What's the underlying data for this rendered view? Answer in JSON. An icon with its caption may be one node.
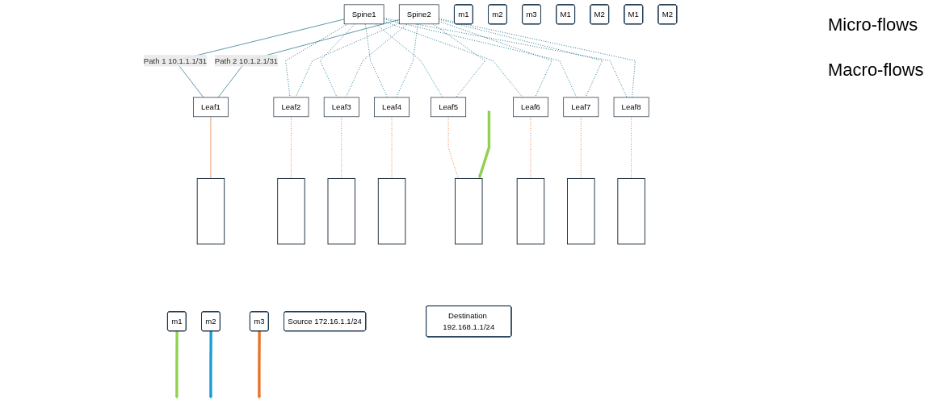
{
  "diagram": {
    "nodes": [
      {
        "text": [
          "Spine1"
        ]
      },
      {
        "text": [
          "Spine2"
        ]
      },
      {
        "text": [
          "m1"
        ]
      },
      {
        "text": [
          "m2"
        ]
      },
      {
        "text": [
          "m3"
        ]
      },
      {
        "text": [
          "M1"
        ]
      },
      {
        "text": [
          "M2"
        ]
      },
      {
        "text": [
          "M1"
        ]
      },
      {
        "text": [
          "M2"
        ]
      },
      {
        "text": [
          "Leaf1"
        ]
      },
      {
        "text": [
          "Leaf2"
        ]
      },
      {
        "text": [
          "Leaf3"
        ]
      },
      {
        "text": [
          "Leaf4"
        ]
      },
      {
        "text": [
          "Leaf5"
        ]
      },
      {
        "text": [
          "Leaf6"
        ]
      },
      {
        "text": [
          "Leaf7"
        ]
      },
      {
        "text": [
          "Leaf8"
        ]
      },
      {
        "text": [
          "m1"
        ]
      },
      {
        "text": [
          "m2"
        ]
      },
      {
        "text": [
          "m3"
        ]
      },
      {
        "text": [],
        "shape": "box"
      },
      {
        "text": [],
        "shape": "box"
      },
      {
        "text": [],
        "shape": "box"
      },
      {
        "text": [],
        "shape": "box"
      },
      {
        "text": [],
        "shape": "box"
      },
      {
        "text": [],
        "shape": "box"
      },
      {
        "text": [],
        "shape": "box"
      },
      {
        "text": [],
        "shape": "box"
      },
      {
        "text": [
          "Source 172.16.1.1/24"
        ]
      },
      {
        "text": [
          "Destination 192.168.1.1/24"
        ]
      }
    ],
    "edges": [
      {
        "from": 0,
        "to": 9,
        "arrow": "none",
        "label": "Path 1 10.1.1.1/31"
      },
      {
        "from": 0,
        "to": 10,
        "arrow": "none",
        "style": "dashed"
      },
      {
        "from": 0,
        "to": 11,
        "arrow": "none",
        "style": "dashed"
      },
      {
        "from": 0,
        "to": 12,
        "arrow": "none",
        "style": "dashed"
      },
      {
        "from": 0,
        "to": 13,
        "arrow": "none",
        "style": "dashed"
      },
      {
        "from": 0,
        "to": 14,
        "arrow": "none",
        "style": "dashed"
      },
      {
        "from": 0,
        "to": 15,
        "arrow": "none",
        "style": "dashed"
      },
      {
        "from": 0,
        "to": 16,
        "arrow": "none",
        "style": "dashed"
      },
      {
        "from": 1,
        "to": 9,
        "arrow": "none",
        "label": "Path 2 10.1.2.1/31"
      },
      {
        "from": 1,
        "to": 10,
        "arrow": "none",
        "style": "dashed"
      },
      {
        "from": 1,
        "to": 11,
        "arrow": "none",
        "style": "dashed"
      },
      {
        "from": 1,
        "to": 12,
        "arrow": "none",
        "style": "dashed"
      },
      {
        "from": 1,
        "to": 13,
        "arrow": "none",
        "style": "dashed"
      },
      {
        "from": 1,
        "to": 14,
        "arrow": "none",
        "style": "dashed"
      },
      {
        "from": 1,
        "to": 15,
        "arrow": "none",
        "style": "dashed"
      },
      {
        "from": 1,
        "to": 16,
        "arrow": "none",
        "style": "dashed"
      },
      {
        "from": 9,
        "to": 20,
        "arrow": "none",
        "color": "#e8742a"
      },
      {
        "from": 10,
        "to": 21,
        "arrow": "none",
        "style": "dashed",
        "color": "#e8742a"
      },
      {
        "from": 11,
        "to": 22,
        "arrow": "none",
        "style": "dashed",
        "color": "#e8742a"
      },
      {
        "from": 12,
        "to": 23,
        "arrow": "none",
        "style": "dashed",
        "color": "#e8742a"
      },
      {
        "from": 13,
        "to": 24,
        "arrow": "none",
        "style": "dashed",
        "color": "#e8742a"
      },
      {
        "from": 14,
        "to": 25,
        "arrow": "none",
        "style": "dashed",
        "color": "#e8742a"
      },
      {
        "from": 15,
        "to": 26,
        "arrow": "none",
        "style": "dashed",
        "color": "#e8742a"
      },
      {
        "from": 16,
        "to": 27,
        "arrow": "none",
        "style": "dashed",
        "color": "#e8742a"
      },
      {
        "from": 17,
        "to": null,
        "arrow": "to",
        "style": "thick",
        "color": "#92d050"
      },
      {
        "from": 18,
        "to": null,
        "arrow": "to",
        "style": "thick",
        "color": "#1a9cd8"
      },
      {
        "from": 19,
        "to": null,
        "arrow": "to",
        "style": "thick",
        "color": "#e8742a"
      },
      {
        "from": null,
        "to": 24,
        "arrow": "to",
        "style": "thick",
        "color": "#92d050"
      }
    ],
    "labels": [
      "Micro-flows",
      "Macro-flows"
    ]
  }
}
